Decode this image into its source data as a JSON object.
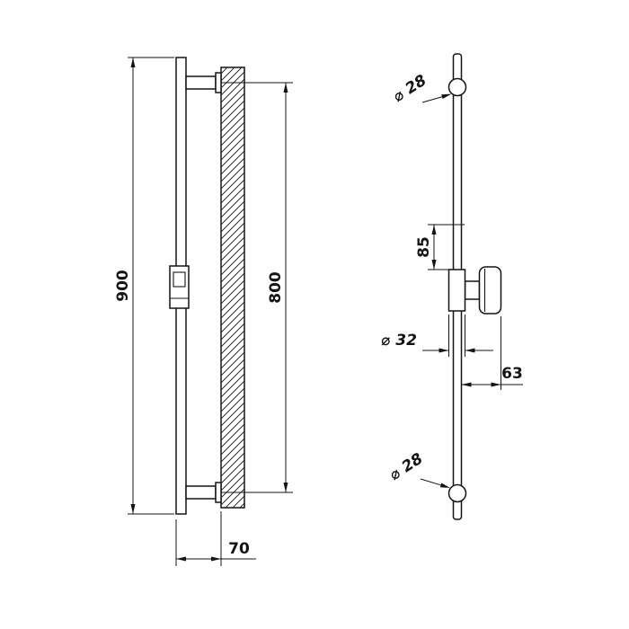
{
  "drawing": {
    "ink_color": "#141414",
    "background_color": "#ffffff",
    "side_view": {
      "dims": {
        "overall_height": "900",
        "fixing_centres": "800",
        "wall_offset": "70"
      }
    },
    "front_view": {
      "dims": {
        "top_fixing_diameter": "⌀ 28",
        "slider_travel": "85",
        "slider_diameter": "⌀ 32",
        "knob_projection": "63",
        "bottom_fixing_diameter": "⌀ 28"
      }
    }
  }
}
